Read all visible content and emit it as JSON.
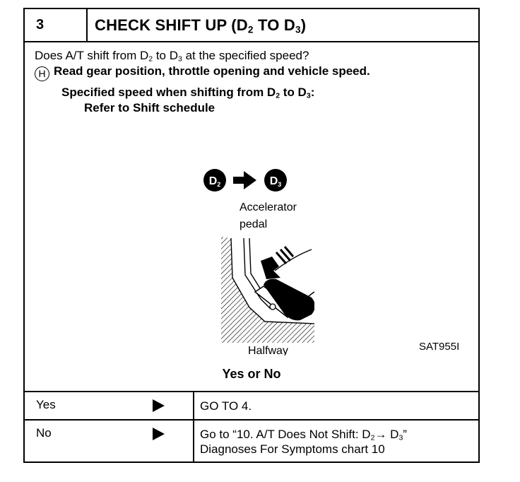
{
  "step": {
    "number": "3",
    "title_pre": "CHECK SHIFT UP (D",
    "title_sub1": "2",
    "title_mid": " TO D",
    "title_sub2": "3",
    "title_post": ")"
  },
  "question": {
    "pre": "Does A/T shift from D",
    "sub1": "2",
    "mid": " to D",
    "sub2": "3",
    "post": " at the specified speed?"
  },
  "instruction": {
    "icon_letter": "H",
    "icon": "h-circle-icon",
    "text": "Read gear position, throttle opening and vehicle speed."
  },
  "spec": {
    "pre": "Specified speed when shifting from D",
    "sub1": "2",
    "mid": " to D",
    "sub2": "3",
    "post": ":"
  },
  "refer": "Refer to Shift schedule",
  "figure": {
    "badge_from": "D",
    "badge_from_sub": "2",
    "badge_to": "D",
    "badge_to_sub": "3",
    "label_line1": "Accelerator",
    "label_line2": "pedal",
    "label_bottom": "Halfway",
    "code": "SAT955I",
    "icons": [
      "right-arrow-icon",
      "press-arrow-icon",
      "accelerator-pedal-icon",
      "shoe-icon"
    ]
  },
  "yes_or_no": "Yes or No",
  "results": [
    {
      "label": "Yes",
      "action_line1": "GO TO 4.",
      "action_line2": ""
    },
    {
      "label": "No",
      "action_line1_pre": "Go to “10. A/T Does Not Shift: D",
      "action_line1_sub1": "2",
      "action_line1_mid": "→ D",
      "action_line1_sub2": "3",
      "action_line1_post": "”",
      "action_line2": "Diagnoses For Symptoms chart 10"
    }
  ],
  "colors": {
    "ink": "#000000",
    "paper": "#ffffff"
  }
}
